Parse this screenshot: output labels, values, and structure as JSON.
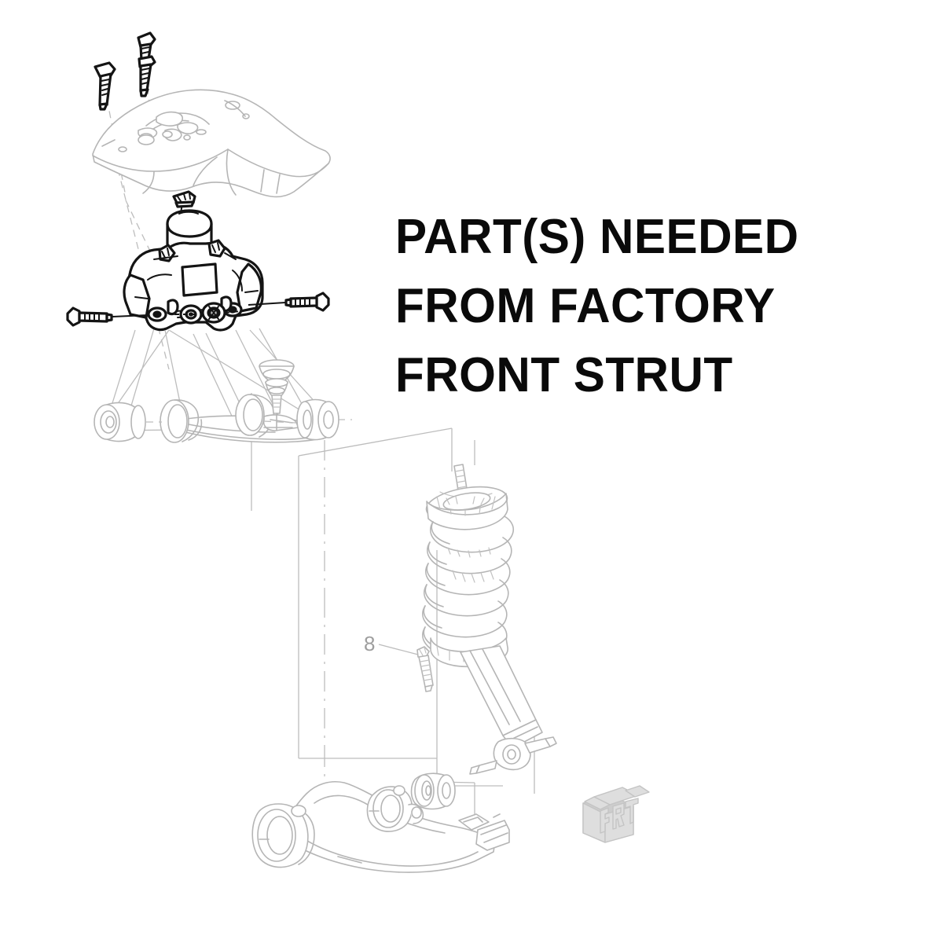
{
  "document": {
    "title_lines": [
      "PART(S) NEEDED",
      "FROM FACTORY",
      "FRONT STRUT"
    ],
    "background_color": "#ffffff",
    "text_color": "#0a0a0a",
    "lineart_color": "#b3b3b3",
    "lineart_dark_color": "#111111",
    "watermark_color": "#d4d4d4"
  },
  "callouts": [
    {
      "id": "8",
      "label": "8",
      "points_to": "strut-lower-bolt"
    }
  ],
  "parts": [
    {
      "name": "upper-mount-bolt-left",
      "style": "dark"
    },
    {
      "name": "upper-mount-stud-right",
      "style": "dark"
    },
    {
      "name": "shock-tower-frame",
      "style": "light"
    },
    {
      "name": "bump-stop-clip",
      "style": "dark"
    },
    {
      "name": "bump-stop",
      "style": "dark"
    },
    {
      "name": "upper-control-arm-bracket",
      "style": "dark"
    },
    {
      "name": "bracket-bolt-left",
      "style": "dark"
    },
    {
      "name": "bracket-bolt-right",
      "style": "dark"
    },
    {
      "name": "bracket-bushing-left",
      "style": "dark"
    },
    {
      "name": "bracket-bushing-right",
      "style": "dark"
    },
    {
      "name": "upper-control-arm",
      "style": "light"
    },
    {
      "name": "upper-ball-joint",
      "style": "light"
    },
    {
      "name": "coilover-strut",
      "style": "light"
    },
    {
      "name": "coil-spring",
      "style": "light"
    },
    {
      "name": "strut-top-mount",
      "style": "light"
    },
    {
      "name": "strut-lower-eye",
      "style": "light"
    },
    {
      "name": "strut-lower-bolt",
      "style": "light"
    },
    {
      "name": "lower-control-arm",
      "style": "light"
    },
    {
      "name": "lower-arm-bushing-front",
      "style": "light"
    },
    {
      "name": "lower-arm-bushing-rear",
      "style": "light"
    }
  ],
  "watermark": {
    "name": "frt-logo",
    "text": "FRT"
  }
}
